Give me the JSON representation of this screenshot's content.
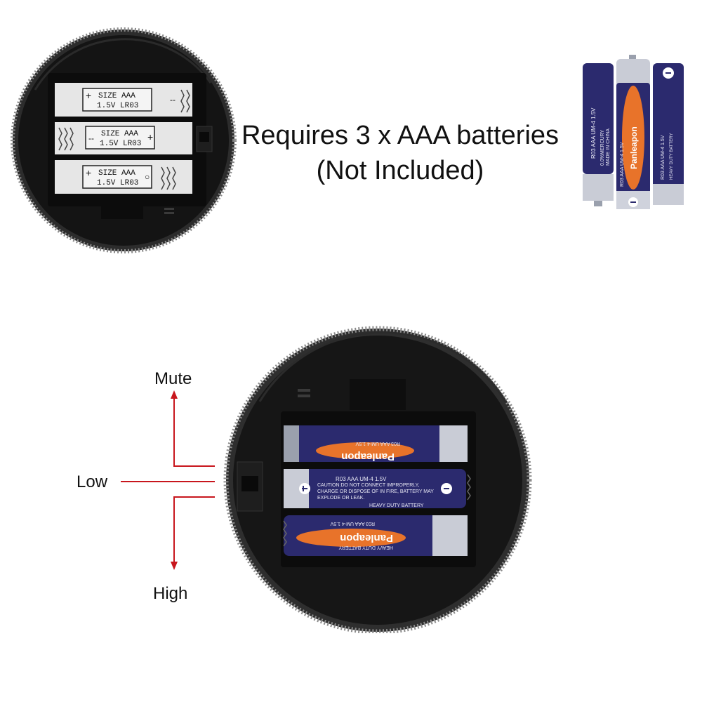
{
  "headline": {
    "line1": "Requires 3 x AAA batteries",
    "line2": "(Not Included)"
  },
  "switch_labels": {
    "mute": "Mute",
    "low": "Low",
    "high": "High"
  },
  "empty_compartment": {
    "slots": [
      {
        "size": "SIZE AAA",
        "spec": "1.5V LR03",
        "left_sign": "+",
        "right_sign": "--"
      },
      {
        "size": "SIZE AAA",
        "spec": "1.5V LR03",
        "left_sign": "--",
        "right_sign": "+"
      },
      {
        "size": "SIZE AAA",
        "spec": "1.5V LR03",
        "left_sign": "+",
        "right_sign": "○"
      }
    ]
  },
  "batteries": {
    "brand": "Panleapon",
    "model": "R03 AAA UM-4 1.5V",
    "caution": "CAUTION:DO NOT CONNECT IMPROPERLY, CHARGE OR DISPOSE OF IN FIRE, BATTERY MAY EXPLODE OR LEAK.",
    "duty": "HEAVY DUTY BATTERY",
    "mercury": "0.0%MERCURY",
    "origin": "MADE IN CHINA",
    "aaa": "AAA"
  },
  "colors": {
    "battery_blue": "#2b2a6e",
    "battery_orange": "#e8732a",
    "arrow_red": "#c8161d",
    "device_black": "#141414"
  }
}
